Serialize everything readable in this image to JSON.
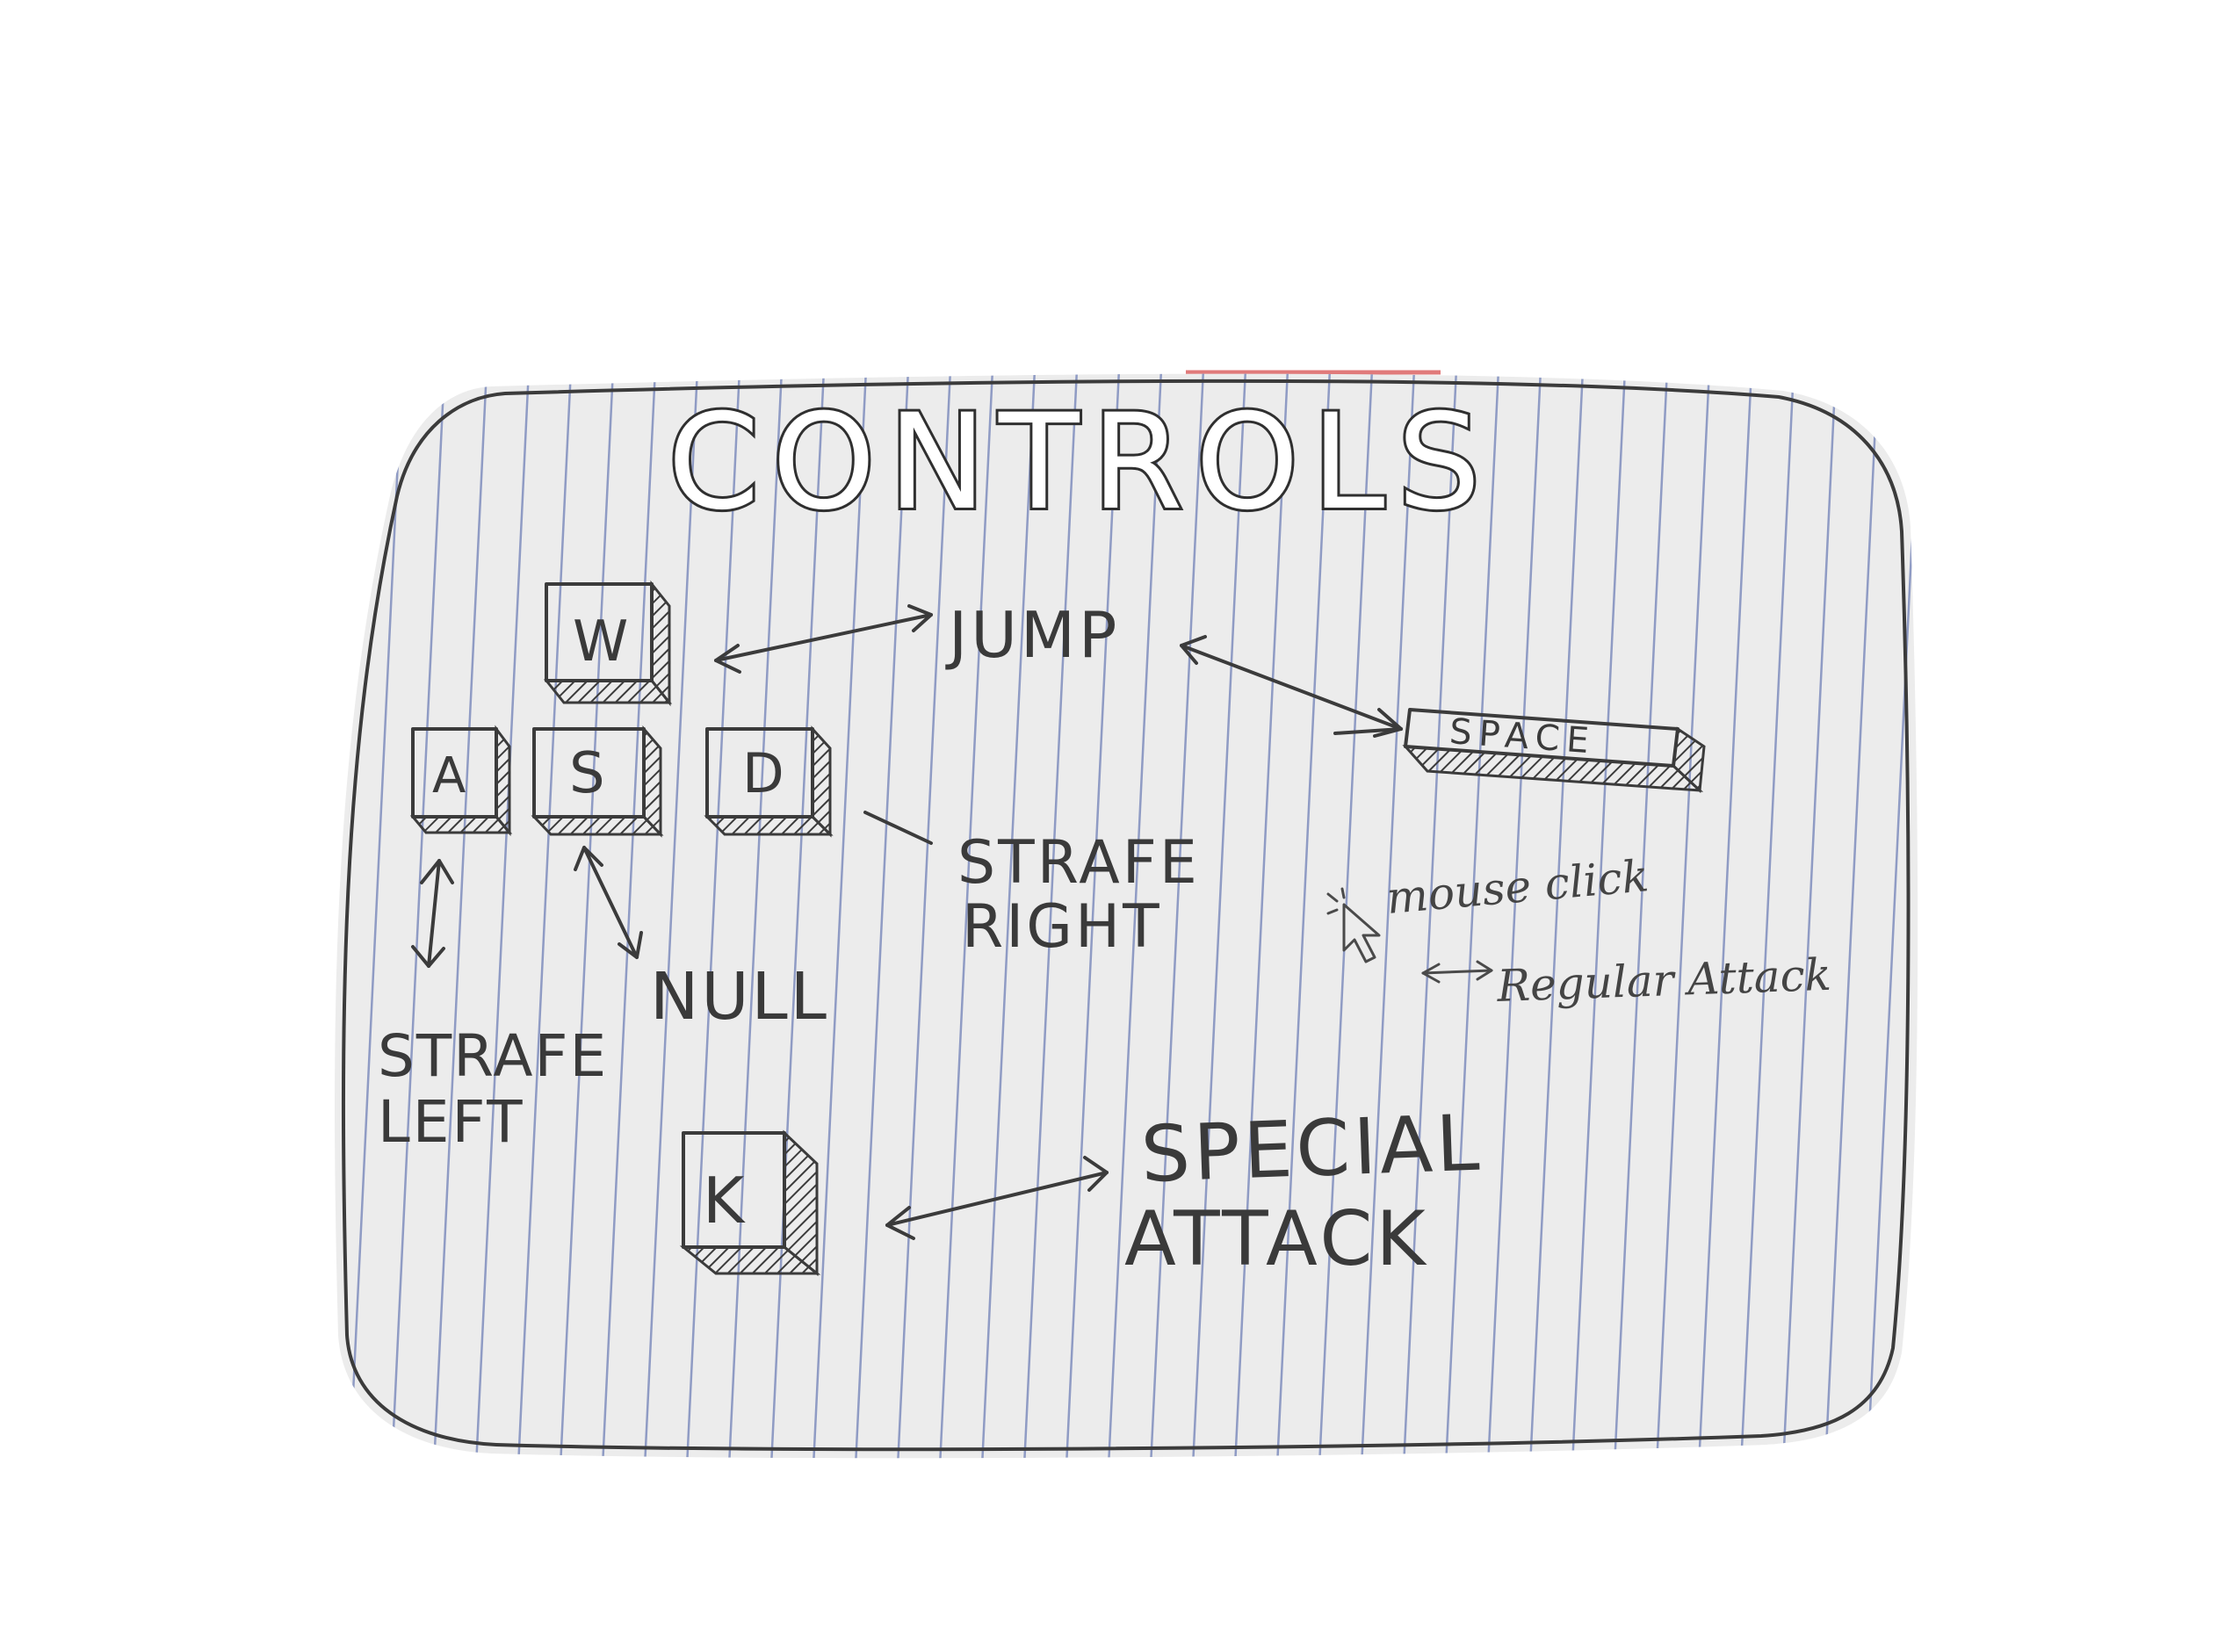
{
  "title": "CONTROLS",
  "keys": {
    "w": "W",
    "a": "A",
    "s": "S",
    "d": "D",
    "k": "K",
    "space": "SPACE"
  },
  "labels": {
    "jump": "JUMP",
    "strafe_right_line1": "STRAFE",
    "strafe_right_line2": "RIGHT",
    "strafe_left_line1": "STRAFE",
    "strafe_left_line2": "LEFT",
    "null": "NULL",
    "special_line1": "SPECIAL",
    "special_line2": "ATTACK",
    "mouse_click": "mouse click",
    "regular_attack": "Regular Attack"
  },
  "colors": {
    "paper": "#ececec",
    "ruled_line": "#8f9bc4",
    "pencil": "#3b3b3b",
    "margin_red": "#e07a7a"
  },
  "icons": {
    "cursor": "mouse-cursor-icon"
  }
}
